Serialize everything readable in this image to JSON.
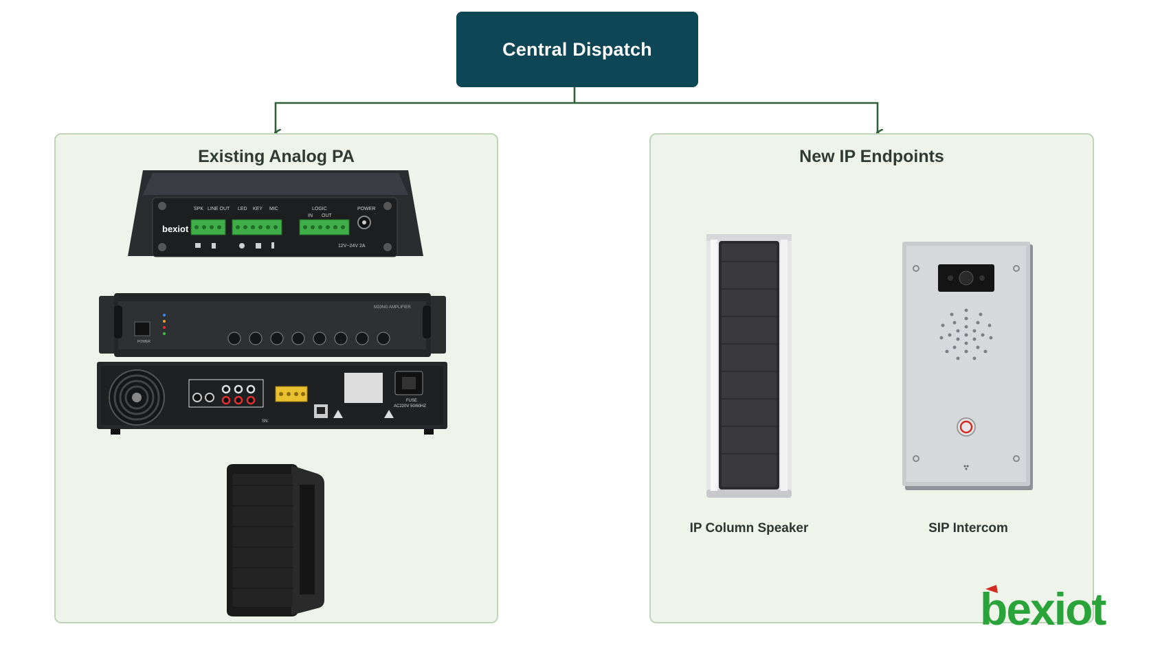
{
  "top": {
    "label": "Central Dispatch"
  },
  "left_panel": {
    "title": "Existing Analog PA",
    "device1": {
      "brand": "bexiot",
      "port_labels": [
        "SPK",
        "LINE OUT",
        "LED",
        "KEY",
        "MIC",
        "LOGIC",
        "IN",
        "OUT",
        "POWER"
      ],
      "power_rating": "12V~24V 2A"
    },
    "device2": {
      "model": "M33NG AMPLIFIER",
      "power_label": "POWER"
    },
    "device3": {
      "fuse_label": "FUSE",
      "ac_label": "AC220V 50/60HZ",
      "sn_label": "SN:"
    }
  },
  "right_panel": {
    "title": "New IP Endpoints",
    "caption_speaker": "IP Column Speaker",
    "caption_intercom": "SIP Intercom"
  },
  "logo": {
    "text": "bexiot"
  },
  "colors": {
    "dispatch": "#0e4655",
    "connector": "#2e5f36",
    "panel_bg": "#eff4ea",
    "panel_border": "#bfd4b8",
    "logo_green": "#2aa33a",
    "logo_red": "#d42a20"
  }
}
